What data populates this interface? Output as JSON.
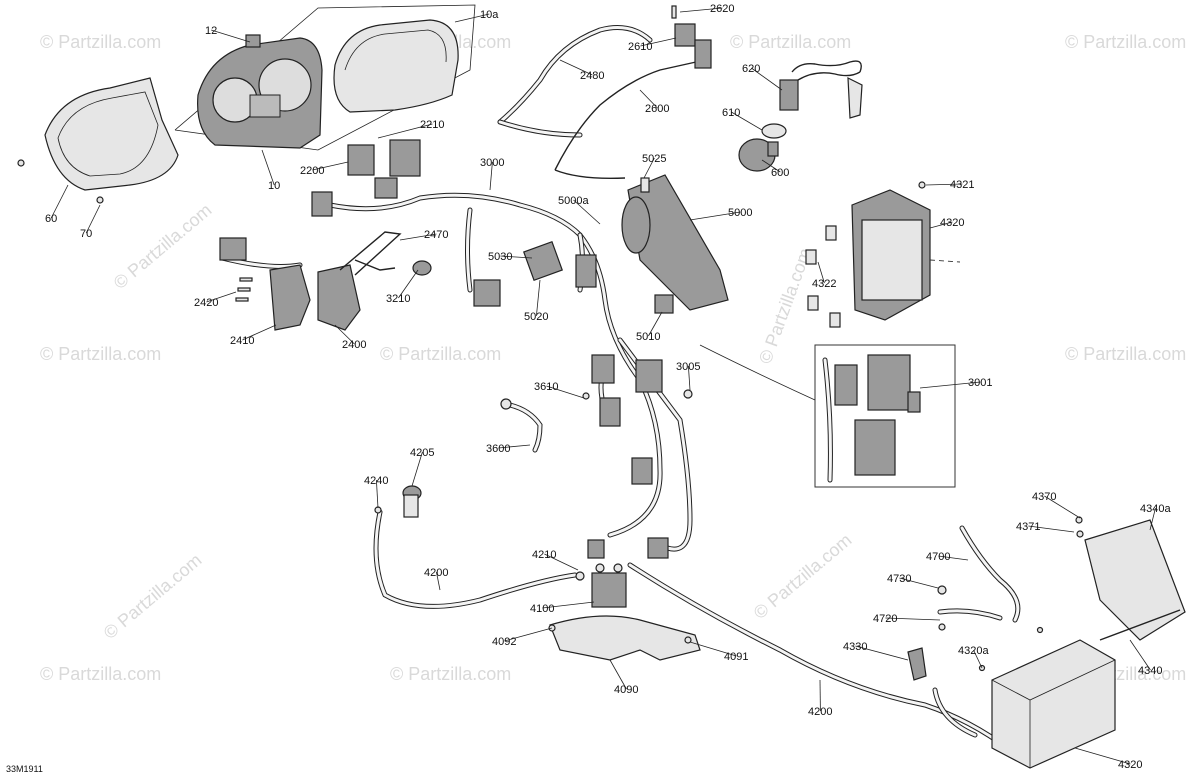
{
  "diagram": {
    "drawing_code": "33M1911",
    "watermark_text": "© Partzilla.com",
    "labels": [
      "12",
      "10a",
      "2620",
      "2610",
      "2480",
      "620",
      "2600",
      "610",
      "2210",
      "600",
      "10",
      "2200",
      "3000",
      "5025",
      "60",
      "70",
      "5000a",
      "4321",
      "5000",
      "4320",
      "2470",
      "5030",
      "4322",
      "2420",
      "3210",
      "5020",
      "5010",
      "2410",
      "2400",
      "3005",
      "3001",
      "3610",
      "3600",
      "4205",
      "4240",
      "4370",
      "4340a",
      "4371",
      "4210",
      "4700",
      "4200",
      "4730",
      "4100",
      "4720",
      "4092",
      "4091",
      "4330",
      "4320a",
      "4090",
      "4340",
      "4200",
      "4320"
    ]
  }
}
